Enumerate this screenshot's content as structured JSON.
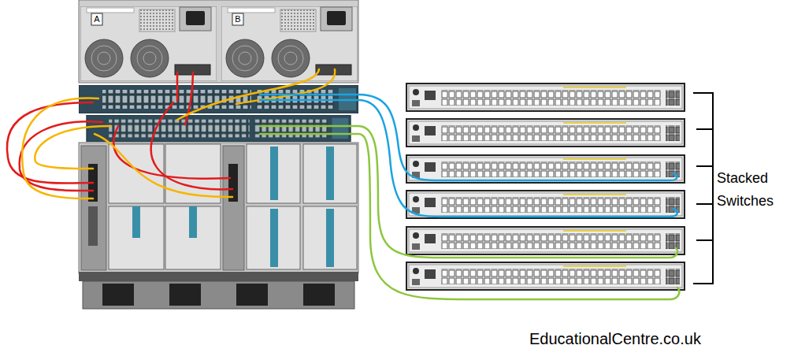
{
  "diagram": {
    "labels": [
      "A",
      "B",
      "Stacked Switches",
      "EducationalCentre.co.uk"
    ]
  }
}
